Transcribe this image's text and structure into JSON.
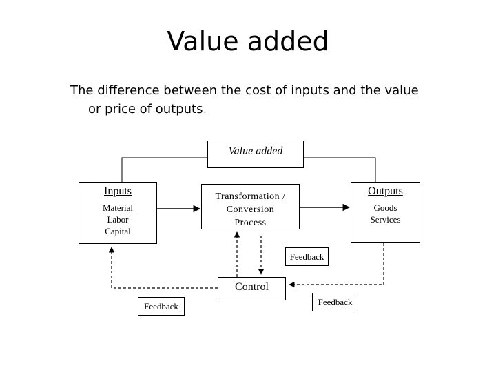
{
  "title": "Value added",
  "subtitle": {
    "line1": "The difference between the cost of inputs and the value",
    "line2": "or price of outputs",
    "period": "."
  },
  "colors": {
    "period_accent": "#d9a0a0"
  },
  "diagram": {
    "value_added_box": "Value added",
    "inputs": {
      "heading": "Inputs",
      "items": [
        "Material",
        "Labor",
        "Capital"
      ]
    },
    "transformation": {
      "lines": [
        "Transformation /",
        "Conversion",
        "Process"
      ]
    },
    "outputs": {
      "heading": "Outputs",
      "items": [
        "Goods",
        "Services"
      ]
    },
    "feedback_right": "Feedback",
    "control": "Control",
    "feedback_bottom_left": "Feedback",
    "feedback_bottom_right": "Feedback"
  }
}
